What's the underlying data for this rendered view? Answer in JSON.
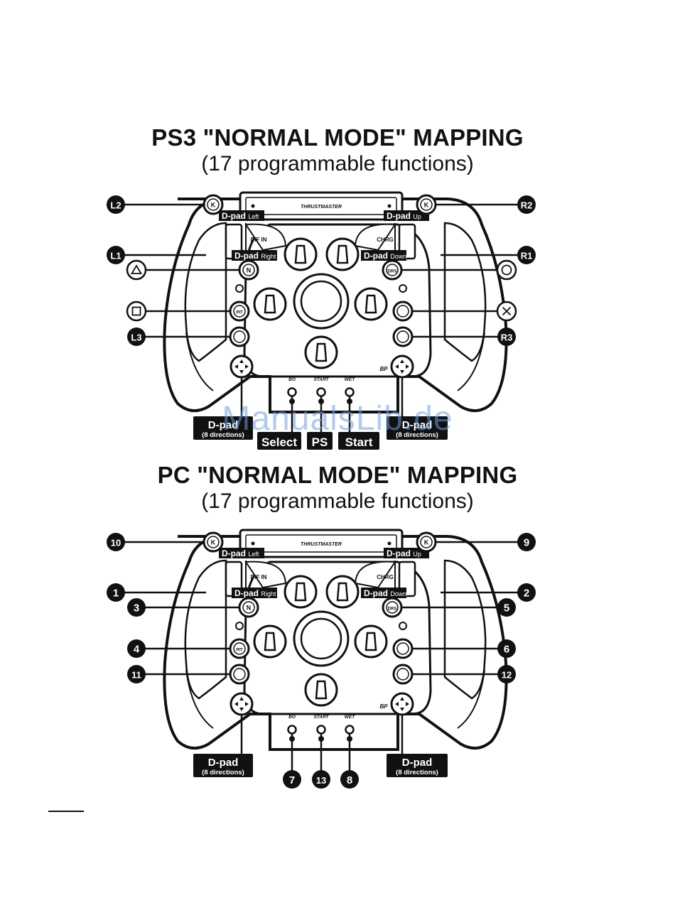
{
  "colors": {
    "ink": "#111111",
    "watermark": "#6ea0e6",
    "background": "#ffffff"
  },
  "ps3": {
    "title": "PS3 \"NORMAL MODE\" MAPPING",
    "subtitle": "(17 programmable functions)",
    "callouts": {
      "l2": "L2",
      "r2": "R2",
      "l1": "L1",
      "r1": "R1",
      "triangle": "triangle-icon",
      "circle": "circle-icon",
      "square": "square-icon",
      "cross": "cross-icon",
      "l3": "L3",
      "r3": "R3"
    },
    "bottom_labels": {
      "dpad_left": "D-pad",
      "dpad_left_sub": "(8 directions)",
      "select": "Select",
      "ps": "PS",
      "start": "Start",
      "dpad_right": "D-pad",
      "dpad_right_sub": "(8 directions)"
    }
  },
  "pc": {
    "title": "PC \"NORMAL MODE\" MAPPING",
    "subtitle": "(17 programmable functions)",
    "callouts": {
      "l2": "10",
      "r2": "9",
      "l1": "1",
      "r1": "2",
      "triangle": "3",
      "circle": "5",
      "square": "4",
      "cross": "6",
      "l3": "11",
      "r3": "12"
    },
    "bottom_labels": {
      "dpad_left": "D-pad",
      "dpad_left_sub": "(8 directions)",
      "b7": "7",
      "b13": "13",
      "b8": "8",
      "dpad_right": "D-pad",
      "dpad_right_sub": "(8 directions)"
    }
  },
  "wheel": {
    "brand": "THRUSTMASTER",
    "dpad": "D-pad",
    "left": "Left",
    "right": "Right",
    "up": "Up",
    "down": "Down",
    "dif_in": "DIF IN",
    "chrg": "CHRG",
    "btn_n": "N",
    "btn_drs": "DRS",
    "btn_pit": "PIT",
    "bo": "BO",
    "start": "START",
    "wet": "WET",
    "bp": "BP"
  },
  "watermark": "ManualsLib.de"
}
